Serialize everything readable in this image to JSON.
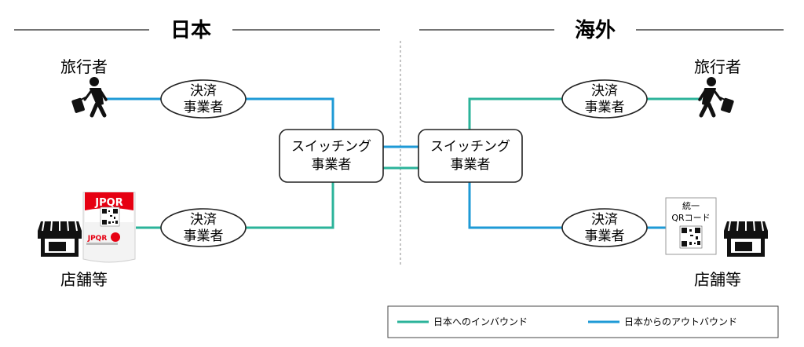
{
  "sections": {
    "japan": "日本",
    "overseas": "海外"
  },
  "left": {
    "traveler_label": "旅行者",
    "store_label": "店舗等",
    "payment_top": [
      "決済",
      "事業者"
    ],
    "payment_bottom": [
      "決済",
      "事業者"
    ],
    "switching": [
      "スイッチング",
      "事業者"
    ],
    "jpqr_logo": "JPQR"
  },
  "right": {
    "traveler_label": "旅行者",
    "store_label": "店舗等",
    "payment_top": [
      "決済",
      "事業者"
    ],
    "payment_bottom": [
      "決済",
      "事業者"
    ],
    "switching": [
      "スイッチング",
      "事業者"
    ],
    "unified_qr": [
      "統一",
      "QRコード"
    ]
  },
  "legend": {
    "inbound": "日本へのインバウンド",
    "outbound": "日本からのアウトバウンド"
  },
  "colors": {
    "inbound": "#2bb39a",
    "outbound": "#1e9ad6",
    "jpqr_red": "#e60012"
  }
}
